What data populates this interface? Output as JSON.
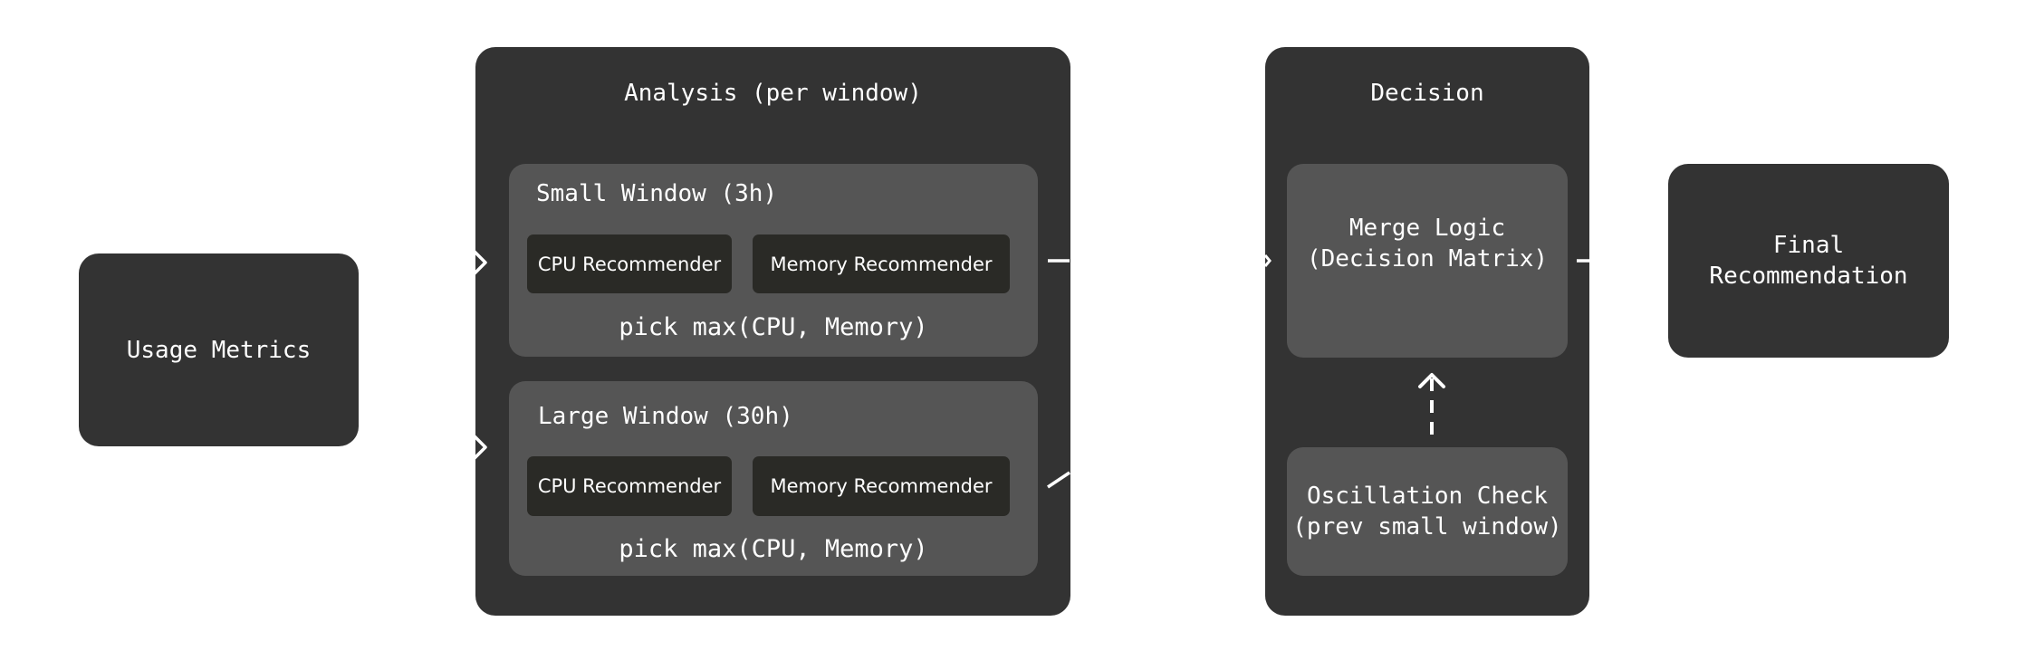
{
  "nodes": {
    "usage_metrics": "Usage Metrics",
    "analysis": {
      "title": "Analysis (per window)",
      "small_window": {
        "title": "Small Window (3h)",
        "cpu": "CPU Recommender",
        "memory": "Memory Recommender",
        "pick": "pick max(CPU, Memory)"
      },
      "large_window": {
        "title": "Large Window (30h)",
        "cpu": "CPU Recommender",
        "memory": "Memory Recommender",
        "pick": "pick max(CPU, Memory)"
      }
    },
    "decision": {
      "title": "Decision",
      "merge_logic": [
        "Merge Logic",
        "(Decision Matrix)"
      ],
      "oscillation_check": [
        "Oscillation Check",
        "(prev small window)"
      ]
    },
    "final": [
      "Final",
      "Recommendation"
    ]
  },
  "colors": {
    "background": "#ffffff",
    "dark_box": "#333333",
    "mid_box": "#555555",
    "chip": "#2a2a26",
    "text": "#ffffff",
    "connector": "#ffffff"
  }
}
